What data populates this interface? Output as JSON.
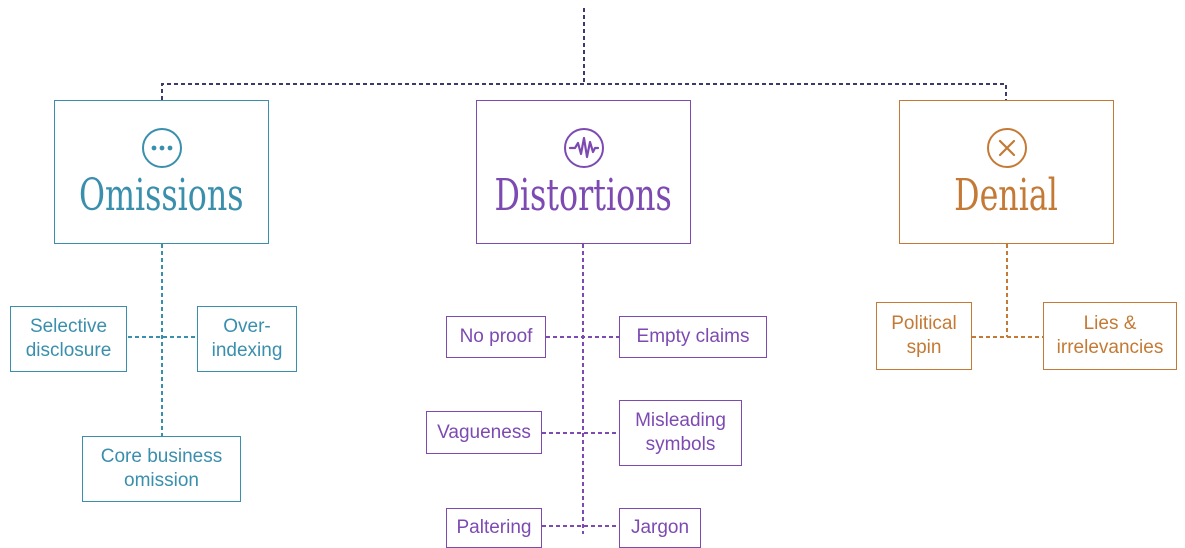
{
  "categories": [
    {
      "id": "omissions",
      "title": "Omissions",
      "icon": "ellipsis-circle-icon",
      "color": "#3a8fad",
      "items": [
        "Selective\ndisclosure",
        "Over-\nindexing",
        "Core business\nomission"
      ]
    },
    {
      "id": "distortions",
      "title": "Distortions",
      "icon": "pulse-wave-circle-icon",
      "color": "#7d4ab2",
      "items": [
        "No proof",
        "Empty claims",
        "Vagueness",
        "Misleading\nsymbols",
        "Paltering",
        "Jargon"
      ]
    },
    {
      "id": "denial",
      "title": "Denial",
      "icon": "x-circle-icon",
      "color": "#c47a35",
      "items": [
        "Political\nspin",
        "Lies &\nirrelevancies"
      ]
    }
  ]
}
